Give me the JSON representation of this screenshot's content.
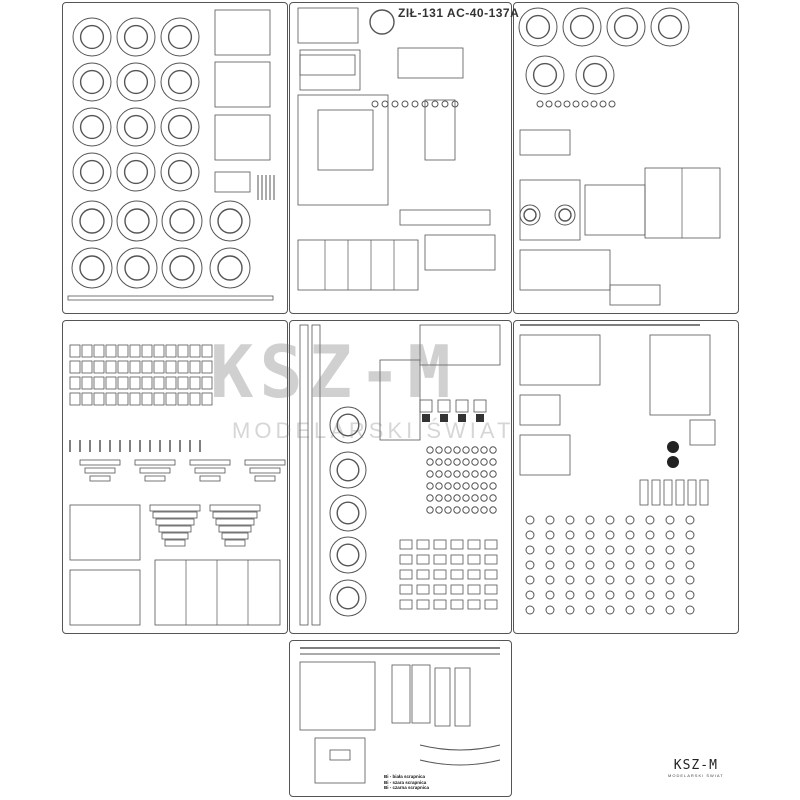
{
  "title": "ZIŁ-131 AC-40-137A",
  "legend": [
    "Bi - biała scrapnica",
    "Bi - szara scrapnica",
    "Bi - czarna scrapnica"
  ],
  "logo": {
    "main": "KSZ-M",
    "sub": "MODELARSKI ŚWIAT"
  },
  "watermark": {
    "main": "KSZ-M",
    "sub": "MODELARSKI ŚWIAT"
  },
  "colors": {
    "line": "#555555",
    "fill_dark": "#222222",
    "background": "#ffffff"
  }
}
